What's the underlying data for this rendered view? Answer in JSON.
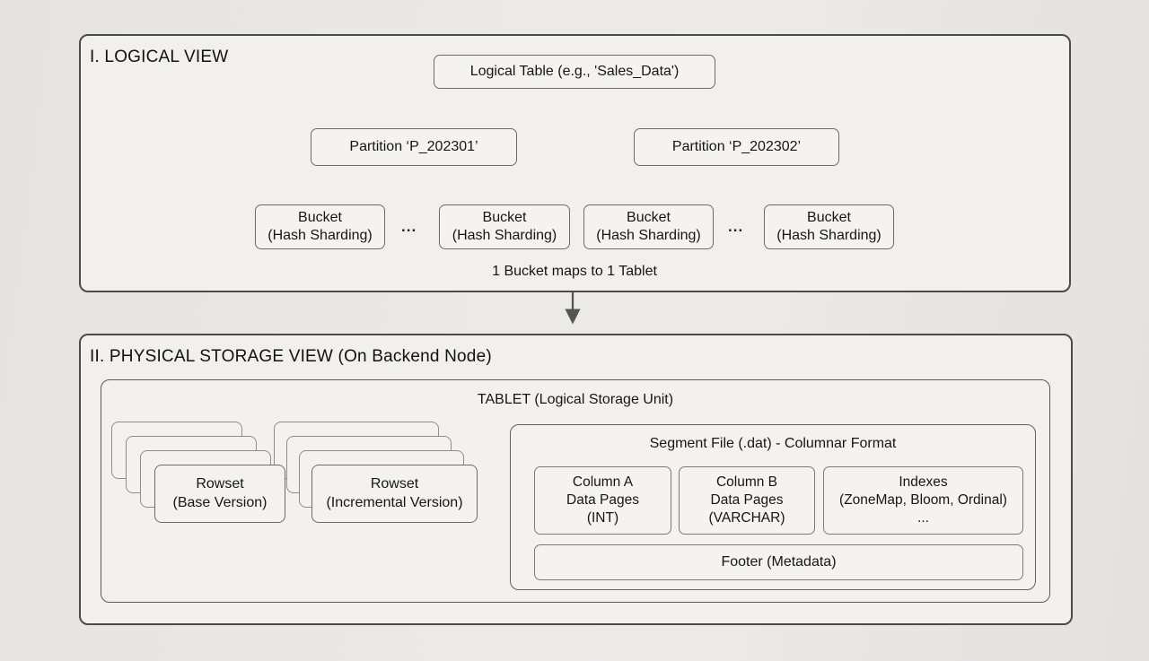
{
  "logical": {
    "title": "I. LOGICAL VIEW",
    "table_label": "Logical Table (e.g., 'Sales_Data')",
    "partition1": "Partition ‘P_202301’",
    "partition2": "Partition ‘P_202302’",
    "bucket": {
      "line1": "Bucket",
      "line2": "(Hash Sharding)"
    },
    "ellipsis": "...",
    "caption": "1 Bucket maps to 1 Tablet"
  },
  "physical": {
    "title": "II. PHYSICAL STORAGE VIEW (On Backend Node)",
    "tablet_title": "TABLET (Logical Storage Unit)",
    "rowset_base": {
      "line1": "Rowset",
      "line2": "(Base Version)"
    },
    "rowset_incremental": {
      "line1": "Rowset",
      "line2": "(Incremental Version)"
    },
    "segment": {
      "title": "Segment File (.dat) - Columnar Format",
      "columns": [
        {
          "l1": "Column A",
          "l2": "Data Pages",
          "l3": "(INT)"
        },
        {
          "l1": "Column B",
          "l2": "Data Pages",
          "l3": "(VARCHAR)"
        },
        {
          "l1": "Indexes",
          "l2": "(ZoneMap, Bloom, Ordinal)",
          "l3": "..."
        }
      ],
      "footer": "Footer (Metadata)"
    }
  },
  "colors": {
    "background": "#e8e6e3",
    "box_fill": "#f4f3f0",
    "section_border": "#4b4b4b",
    "node_border": "#6b6b6b",
    "connector": "#555555",
    "text": "#161616"
  }
}
